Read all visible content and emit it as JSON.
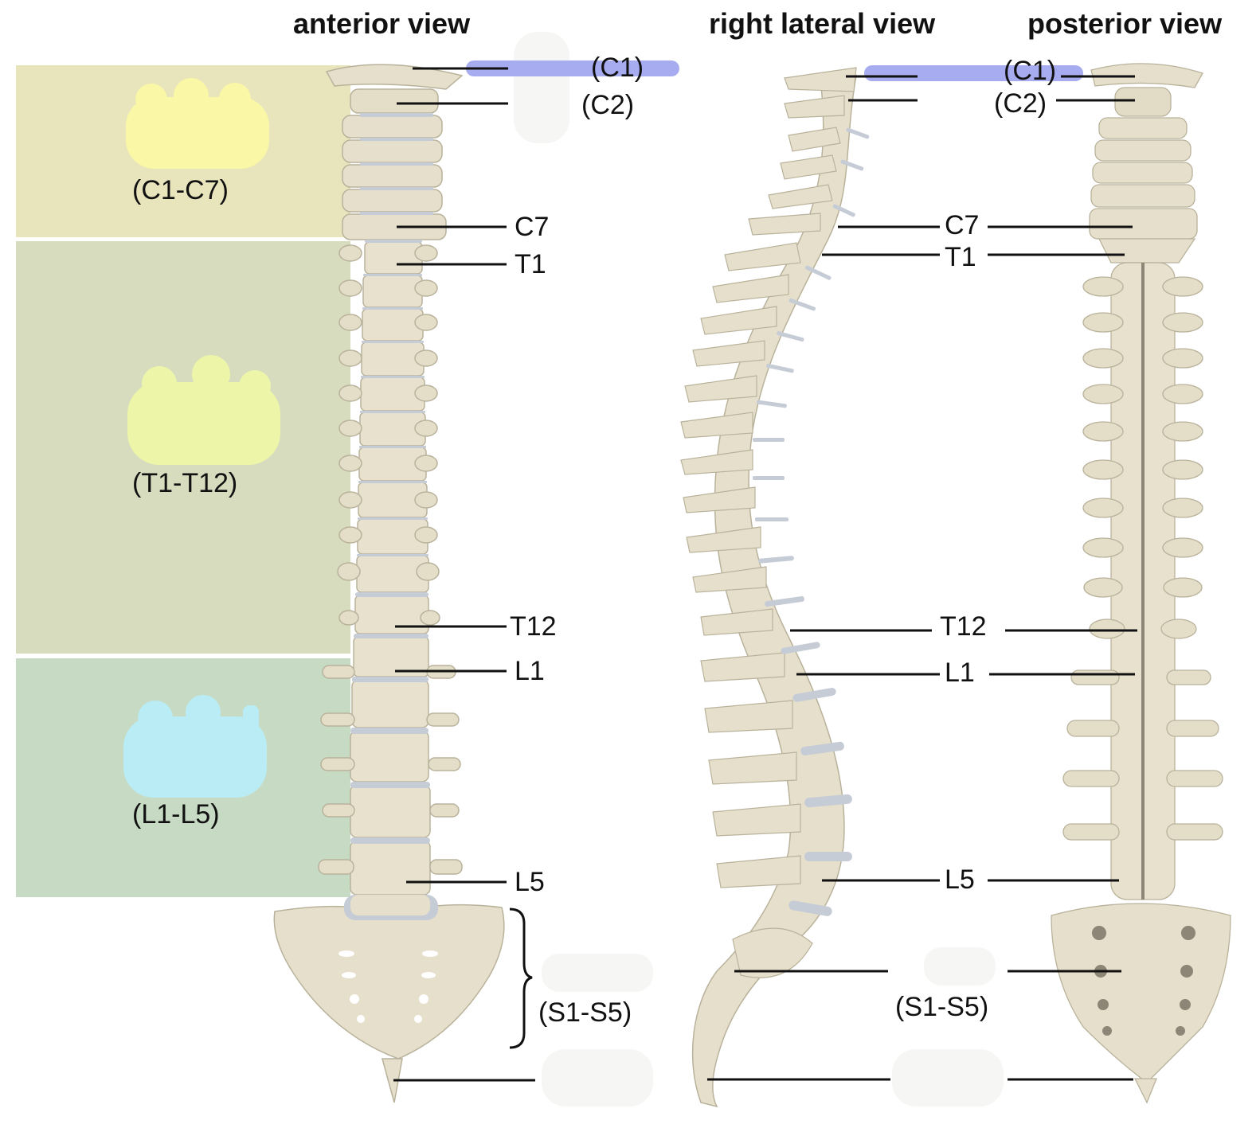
{
  "views": {
    "anterior": "anterior view",
    "lateral": "right lateral view",
    "posterior": "posterior view"
  },
  "regions": {
    "cervical": "(C1-C7)",
    "thoracic": "(T1-T12)",
    "lumbar": "(L1-L5)"
  },
  "labels": {
    "c1": "(C1)",
    "c2": "(C2)",
    "c7": "C7",
    "t1": "T1",
    "t12": "T12",
    "l1": "L1",
    "l5": "L5",
    "sacral": "(S1-S5)"
  },
  "colors": {
    "cervical_band": "#e8e4bc",
    "thoracic_band": "#d6dcbd",
    "lumbar_band": "#c7dbc4",
    "cervical_blob": "#faf7a6",
    "thoracic_blob": "#ecf5a8",
    "lumbar_blob": "#b9ecf5",
    "highlight": "#a7abf0",
    "bone": "#e6dfcb",
    "disc": "#c6ccd6"
  }
}
